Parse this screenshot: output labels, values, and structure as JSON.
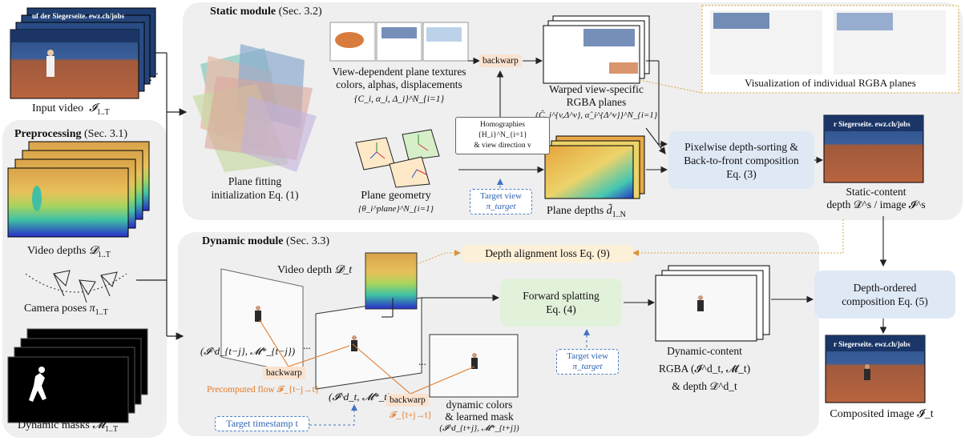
{
  "colors": {
    "panel": "#efefef",
    "blue_box": "#dfe9f6",
    "green_box": "#e2f1da",
    "orange_tag": "#fbe2cf",
    "accent_orange": "#e07a2b",
    "accent_blue": "#2d64b3"
  },
  "input": {
    "label": "Input video",
    "math": "𝓘",
    "sub": "1..T"
  },
  "preprocessing": {
    "title_bold": "Preprocessing",
    "title_rest": " (Sec. 3.1)",
    "depths_label": "Video depths ",
    "depths_math": "𝓓",
    "depths_sub": "1..T",
    "poses_label": "Camera poses ",
    "poses_math": "π",
    "poses_sub": "1..T",
    "masks_label": "Dynamic masks ",
    "masks_math": "𝓜",
    "masks_sub": "1..T"
  },
  "static": {
    "title_bold": "Static module",
    "title_rest": " (Sec. 3.2)",
    "textures_label": [
      "View-dependent plane textures",
      "colors, alphas, displacements"
    ],
    "textures_math": "{C_i, α_i, Δ_i}^N_{i=1}",
    "backwarp": "backwarp",
    "warped_label": [
      "Warped view-specific",
      "RGBA planes"
    ],
    "warped_math": "{Ĉ_i^{v,Δ^v}, α̂_i^{Δ^v}}^N_{i=1}",
    "vis_label": "Visualization of individual RGBA planes",
    "fitting_label": [
      "Plane fitting",
      "initialization Eq. (1)"
    ],
    "homographies": [
      "Homographies {H_i}^N_{i=1}",
      "& view direction v"
    ],
    "geometry_label": "Plane geometry",
    "geometry_math": "{θ_i^plane}^N_{i=1}",
    "target_view": [
      "Target view",
      "π_target"
    ],
    "plane_depths_label": "Plane depths ",
    "plane_depths_math": "d̃",
    "plane_depths_sub": "1..N",
    "composition_box": [
      "Pixelwise depth-sorting &",
      "Back-to-front composition",
      "Eq. (3)"
    ],
    "static_out": [
      "Static-content",
      "depth  𝒟̃^s / image 𝓘̃^s"
    ]
  },
  "dynamic": {
    "title_bold": "Dynamic module",
    "title_rest": " (Sec. 3.3)",
    "video_depth_label": "Video depth ",
    "video_depth_math": "𝓓_t",
    "alignment_loss": "Depth alignment loss  Eq. (9)",
    "splatting_box": [
      "Forward splatting",
      "Eq. (4)"
    ],
    "prev_frame_label": "(𝓘^d_{t−j}, 𝓜*_{t−j})",
    "cur_frame_label": "(𝓘^d_t, 𝓜*_t)",
    "backwarp1": "backwarp",
    "backwarp2": "backwarp",
    "flow1": "Precomputed flow 𝓕_{t−j→t}",
    "flow2": "𝓕_{t+j→t}",
    "target_view": [
      "Target view",
      "π_target"
    ],
    "target_timestamp": "Target timestamp  t",
    "dyn_colors_label": [
      "dynamic colors",
      "& learned mask",
      "(𝓘^d_{t+j}, 𝓜*_{t+j})"
    ],
    "dyn_content_label": [
      "Dynamic-content",
      "RGBA (𝓘̃^d_t, 𝓜̃_t)",
      "& depth 𝒟̃^d_t"
    ],
    "ellipsis": "..."
  },
  "output": {
    "ordered_box": [
      "Depth-ordered",
      "composition Eq. (5)"
    ],
    "composited_label": "Composited image 𝓘̃_t"
  },
  "banner_text": [
    "uf der Siegerseite. ewz.ch/jobs",
    "r Siegerseite. ewz.ch/jobs"
  ]
}
